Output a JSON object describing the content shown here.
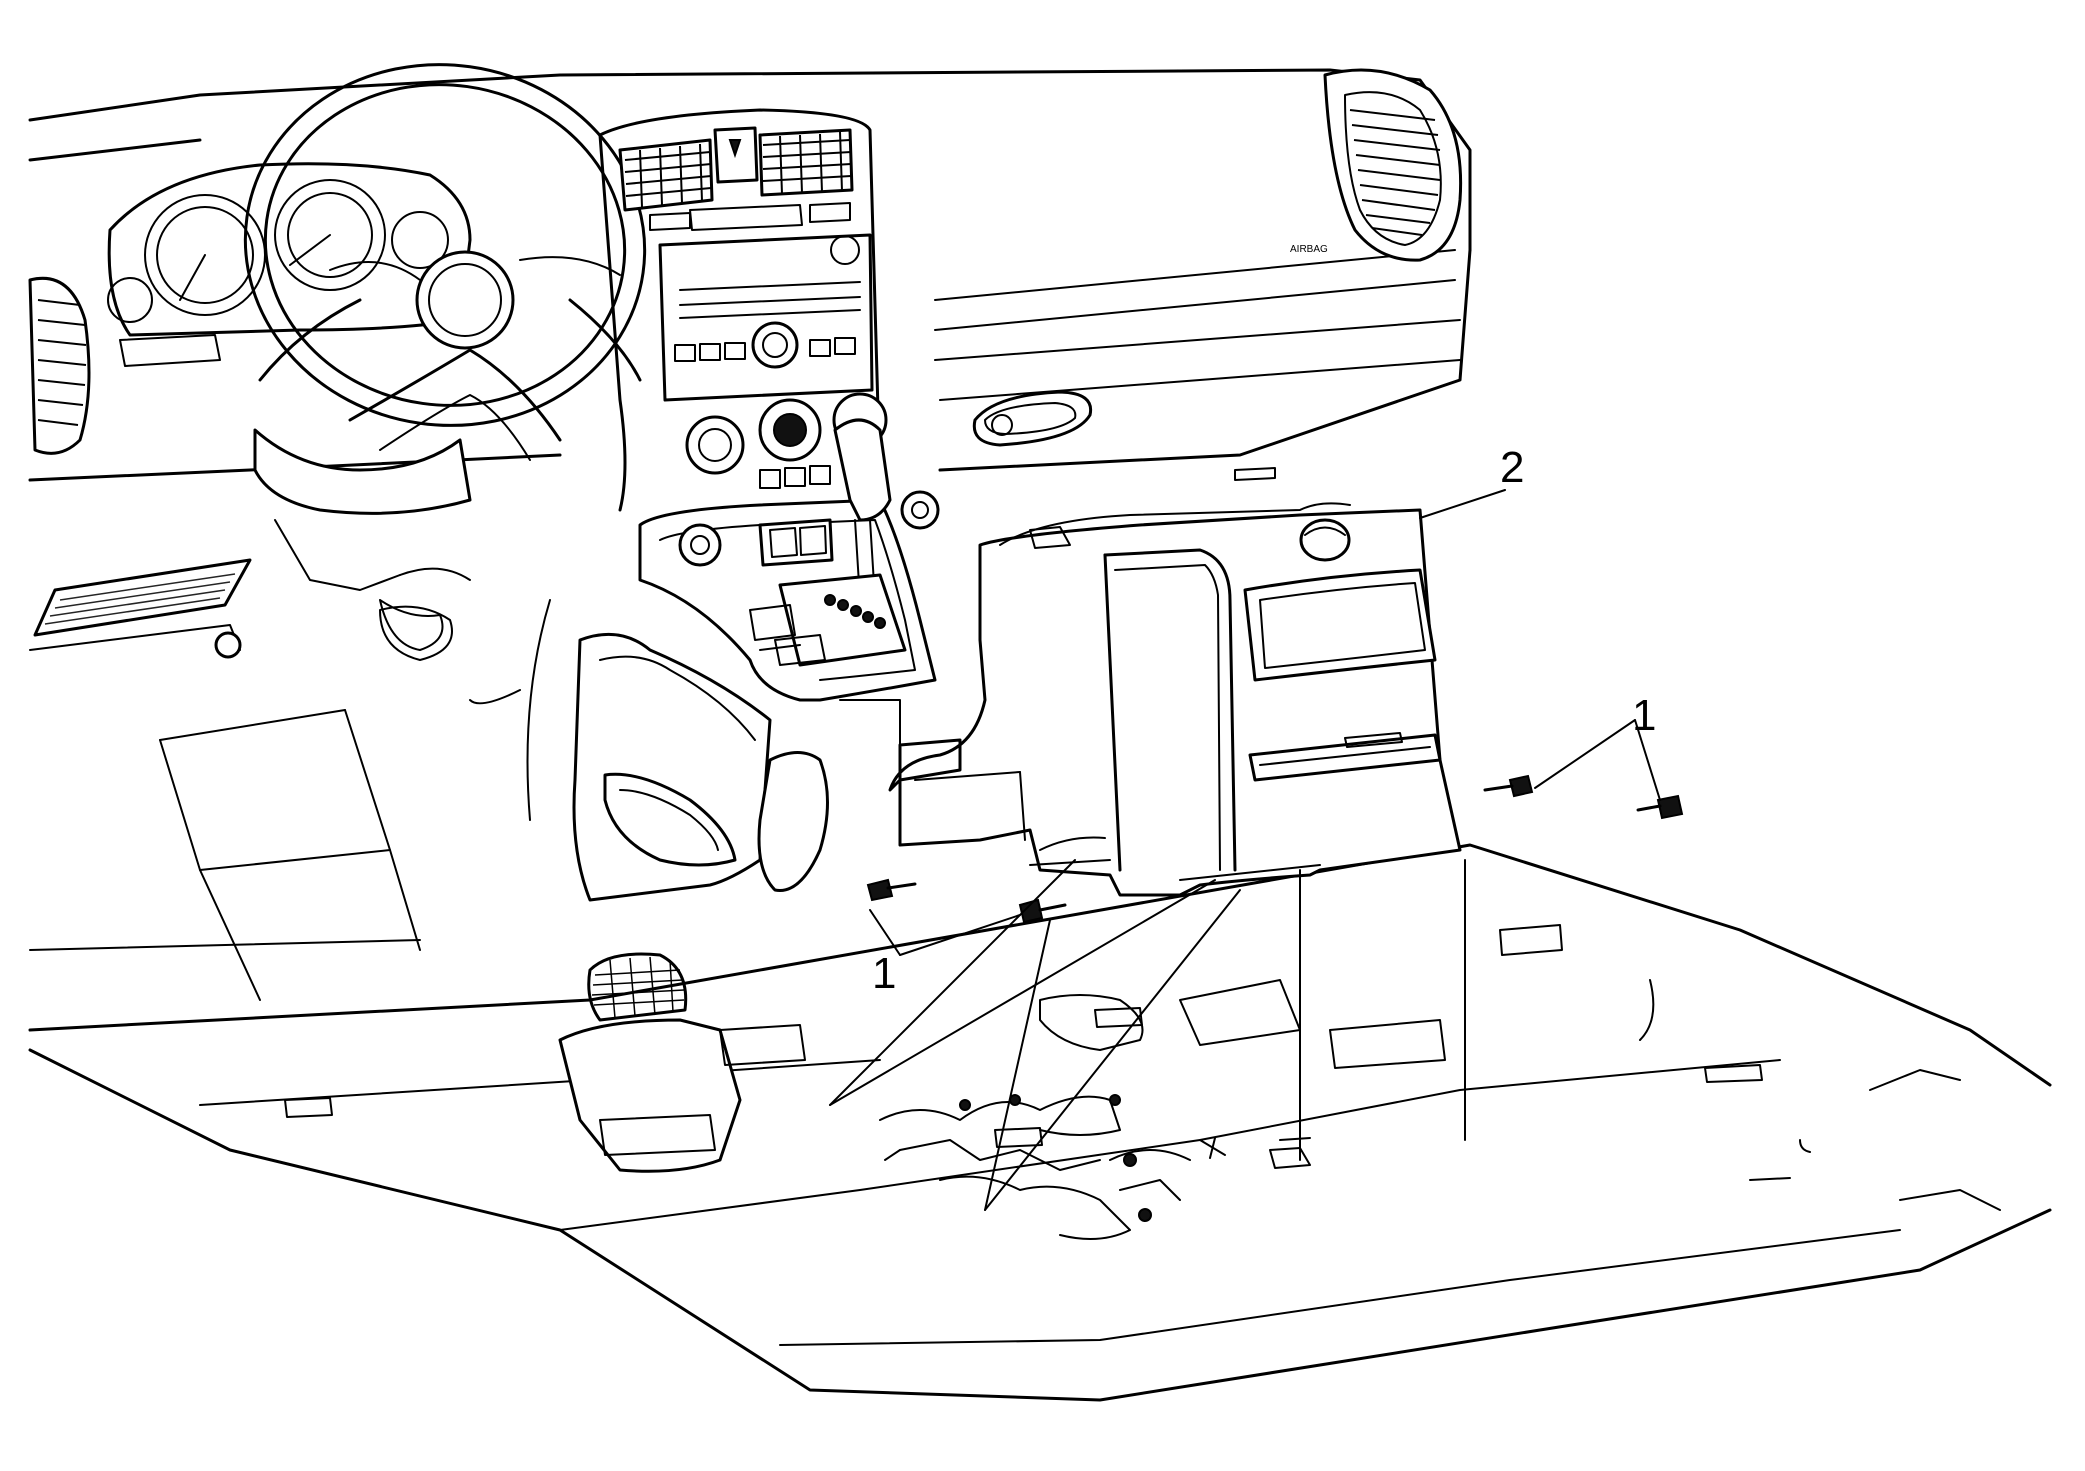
{
  "diagram": {
    "callouts": [
      {
        "id": "fastener",
        "label": "1"
      },
      {
        "id": "console",
        "label": "2"
      }
    ],
    "dash_text": "AIRBAG"
  }
}
